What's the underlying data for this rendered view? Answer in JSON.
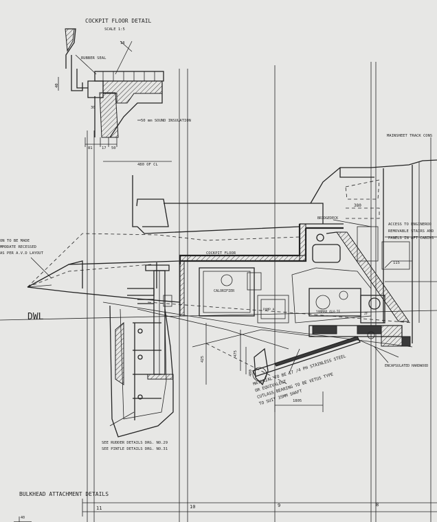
{
  "labels": {
    "cockpit_floor_detail": "COCKPIT FLOOR DETAIL",
    "scale": "SCALE 1:5",
    "rubber_seal": "RUBBER SEAL",
    "dim_18": "18",
    "dim_40": "40",
    "dim_30": "30",
    "sound_insulation": "50 mm SOUND INSULATION",
    "dim_81": "81",
    "dim_17": "17",
    "dim_50": "50",
    "dim_cl": "480 OF CL",
    "mainsheet_track": "MAINSHEET TRACK CONS",
    "bridgedeck": "BRIDGEDECK",
    "dim_380": "380",
    "access_1": "ACCESS TO ENGINEROO",
    "access_2": "REMOVABLE STAIRS AND",
    "access_3": "PANELS IN AFT CABINS",
    "dim_115": "115",
    "note_left_1": "ON TO BE MADE",
    "note_left_2": "MMODATE RECESSED",
    "note_left_3": "AS PER A.V.D LAYOUT",
    "cockpit_floor": "COCKPIT FLOOR",
    "calorifier": "CALORIFIER",
    "pump": "PUMP A",
    "engine": "YANMAR 4LH-TE",
    "gearbox": "ZF",
    "dwl": "DWL",
    "dim_475": "475",
    "dim_425": "425",
    "dim_480": "480",
    "material_1": "MATERIAL TO BE 17 /4 PH STAINLESS STEEL",
    "material_2": "OR EQUIVALENT",
    "material_3": "CUTLASS BEARING TO BE VETUS TYPE",
    "material_4": "TO SUIT 35MM SHAFT",
    "encapsulated": "ENCAPSULATED HARDWOOD",
    "dim_1805": "1805",
    "rudder_details": "SEE RUDDER DETAILS DRG. NO.29",
    "pintle_details": "SEE PINTLE DETAILS DRG. NO.31",
    "bulkhead_details": "BULKHEAD ATTACHMENT DETAILS",
    "dim_40_bottom": "40",
    "station_11": "11",
    "station_10": "10",
    "station_9": "9",
    "station_8": "8"
  }
}
